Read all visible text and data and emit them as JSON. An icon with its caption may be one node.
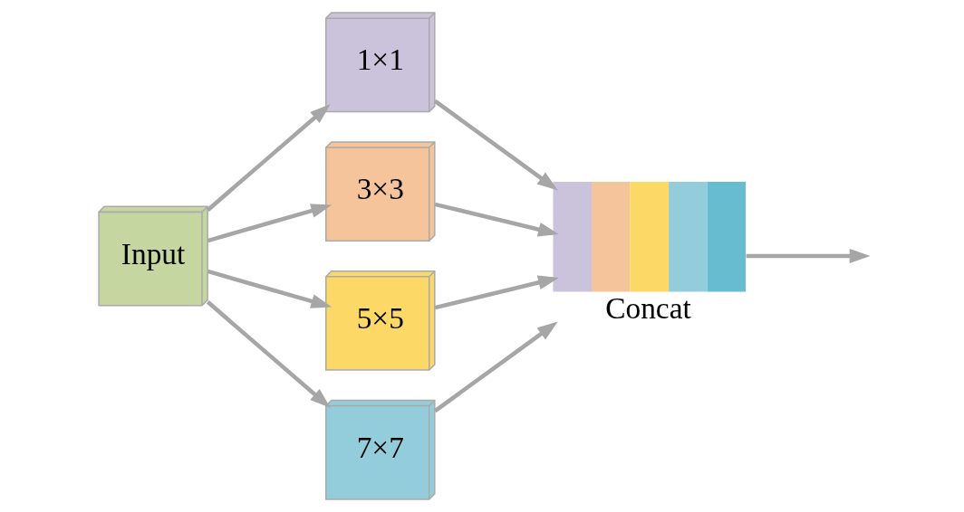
{
  "diagram": {
    "nodes": [
      {
        "text": [
          "Input"
        ]
      },
      {
        "text": [
          "1×1"
        ]
      },
      {
        "text": [
          "3×3"
        ]
      },
      {
        "text": [
          "5×5"
        ]
      },
      {
        "text": [
          "7×7"
        ]
      },
      {
        "text": [
          "Concat"
        ]
      }
    ],
    "edges": [
      {
        "from": 0,
        "to": 1,
        "arrow": "to"
      },
      {
        "from": 0,
        "to": 2,
        "arrow": "to"
      },
      {
        "from": 0,
        "to": 3,
        "arrow": "to"
      },
      {
        "from": 0,
        "to": 4,
        "arrow": "to"
      },
      {
        "from": 1,
        "to": 5,
        "arrow": "to"
      },
      {
        "from": 2,
        "to": 5,
        "arrow": "to"
      },
      {
        "from": 3,
        "to": 5,
        "arrow": "to"
      },
      {
        "from": 4,
        "to": 5,
        "arrow": "to"
      },
      {
        "from": 5,
        "to": null,
        "arrow": "to"
      }
    ]
  }
}
